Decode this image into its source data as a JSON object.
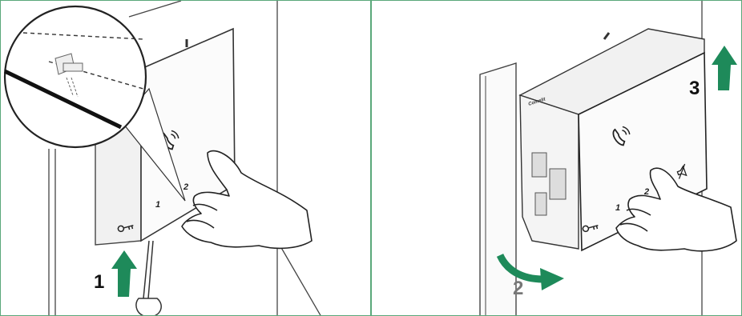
{
  "colors": {
    "accent": "#1e8a5a",
    "frame": "#5aa87a",
    "line": "#333333"
  },
  "icons": [
    "handset-icon",
    "key-icon",
    "mute-icon",
    "screwdriver-icon",
    "arrow-up-icon",
    "curved-arrow-icon"
  ],
  "left_panel": {
    "step_label": "1",
    "key_1": "1",
    "key_2": "2"
  },
  "right_panel": {
    "step_2_label": "2",
    "step_3_label": "3",
    "brand": "Comelit",
    "key_1": "1",
    "key_2": "2"
  }
}
